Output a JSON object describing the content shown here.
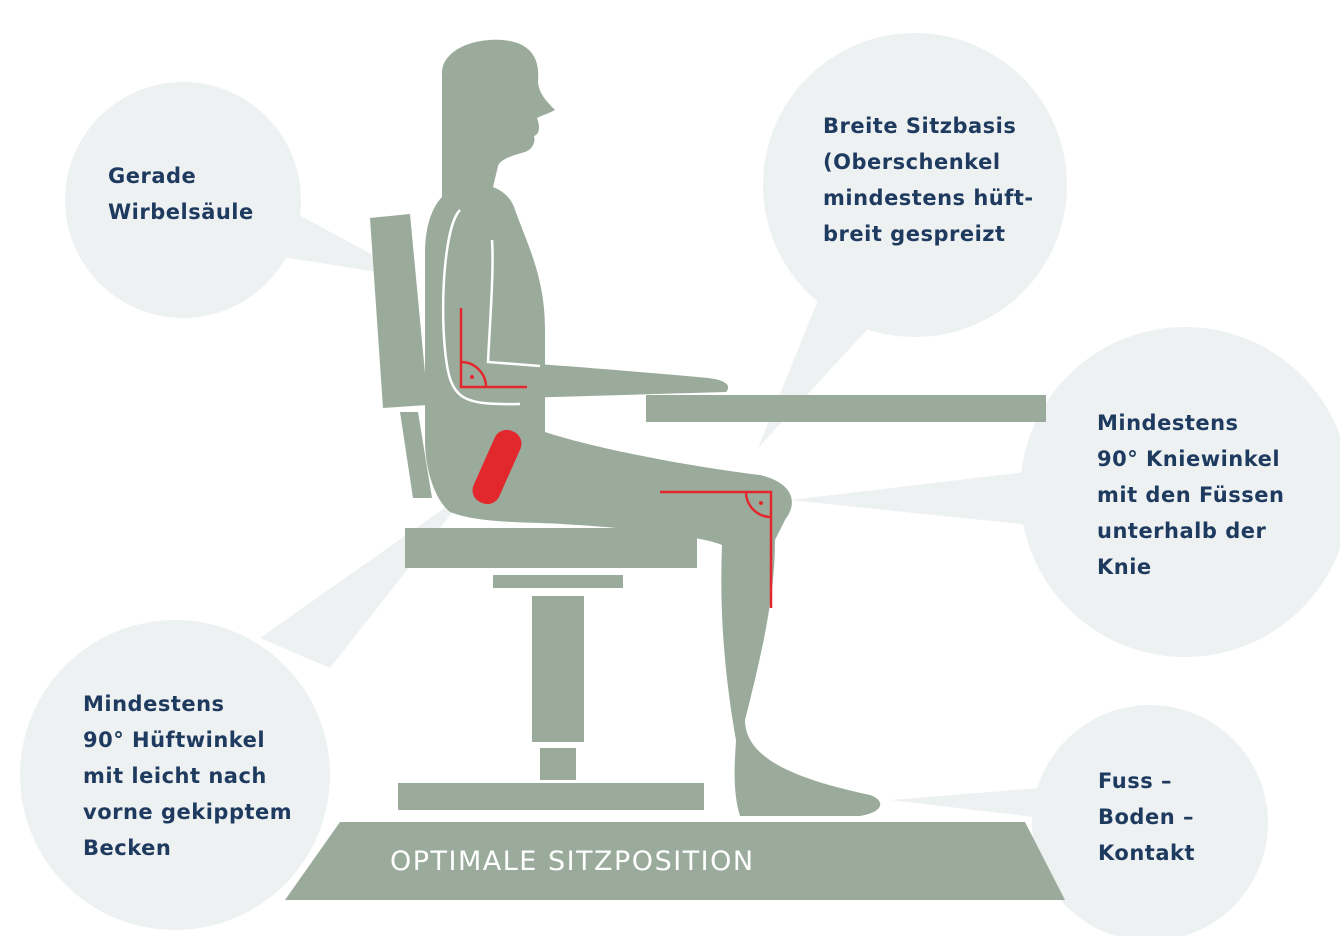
{
  "callouts": {
    "spine": "Gerade\nWirbelsäule",
    "seat_base": "Breite Sitzbasis\n(Oberschenkel\nmindestens hüft-\nbreit gespreizt",
    "knee_angle": "Mindestens\n90° Kniewinkel\nmit den Füssen\nunterhalb der\nKnie",
    "hip_angle": "Mindestens\n90° Hüftwinkel\nmit leicht nach\nvorne gekipptem\nBecken",
    "foot_contact": "Fuss –\nBoden –\nKontakt"
  },
  "footer": {
    "title": "OPTIMALE SITZPOSITION"
  },
  "colors": {
    "figure": "#9aab9c",
    "bubble": "#eef1f2",
    "accent": "#e3282d",
    "text": "#1e3a5f"
  }
}
